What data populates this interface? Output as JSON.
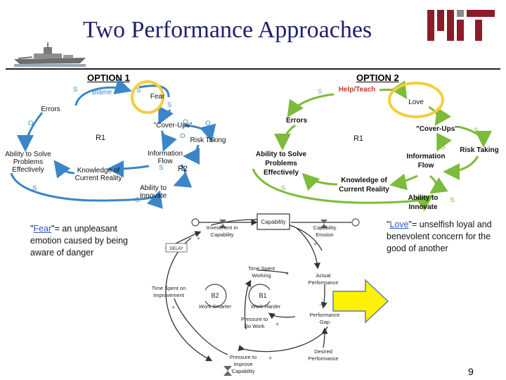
{
  "slide": {
    "title": "Two Performance Approaches",
    "page_number": "9",
    "logo_text": "MIT"
  },
  "option1": {
    "heading": "OPTION 1",
    "blame": "Blame",
    "fear": "Fear",
    "errors": "Errors",
    "cover_ups": "\"Cover-Ups\"",
    "r1": "R1",
    "risk_taking": "Risk Taking",
    "ability_solve": [
      "Ability to Solve",
      "Problems",
      "Effectively"
    ],
    "information_flow": [
      "Information",
      "Flow"
    ],
    "r2": "R2",
    "knowledge": [
      "Knowledge of",
      "Current Reality"
    ],
    "ability_innovate": [
      "Ability to",
      "Innovate"
    ]
  },
  "option2": {
    "heading": "OPTION 2",
    "help_teach": "Help/Teach",
    "love": "Love",
    "errors": "Errors",
    "cover_ups": "\"Cover-Ups\"",
    "r1": "R1",
    "risk_taking": "Risk Taking",
    "ability_solve": [
      "Ability to Solve",
      "Problems",
      "Effectively"
    ],
    "information_flow": [
      "Information",
      "Flow"
    ],
    "knowledge": [
      "Knowledge of",
      "Current Reality"
    ],
    "ability_innovate": [
      "Ability to",
      "Innovate"
    ]
  },
  "fear_def": {
    "open": "\"",
    "word": "Fear",
    "rest": "\"= an unpleasant emotion caused by being aware of danger"
  },
  "love_def": {
    "open": "\"",
    "word": "Love",
    "rest": "\"= unselfish loyal and benevolent concern for the good of another"
  },
  "bottom": {
    "capability": "Capability",
    "investment": [
      "Investment in",
      "Capability"
    ],
    "erosion": [
      "Capability",
      "Erosion"
    ],
    "delay": "DELAY",
    "time_working": [
      "Time Spent",
      "Working"
    ],
    "actual_perf": [
      "Actual",
      "Performance"
    ],
    "time_improvement": [
      "Time Spent on",
      "Improvement"
    ],
    "b2": "B2",
    "b1": "B1",
    "work_smarter": "Work Smarter",
    "work_harder": "Work Harder",
    "perf_gap": [
      "Performance",
      "Gap"
    ],
    "pressure_work": [
      "Pressure to",
      "Do Work"
    ],
    "desired_perf": [
      "Desired",
      "Performance"
    ],
    "pressure_improve": [
      "Pressure to",
      "Improve",
      "Capability"
    ]
  },
  "colors": {
    "option1": "#3a86c8",
    "option2": "#7cbb3c",
    "highlight": "#f3cf3a",
    "arrow_fill": "#fff200",
    "arrow_stroke": "#5a7fb0",
    "title": "#1f1f6e",
    "logo": "#8a1c2b"
  }
}
